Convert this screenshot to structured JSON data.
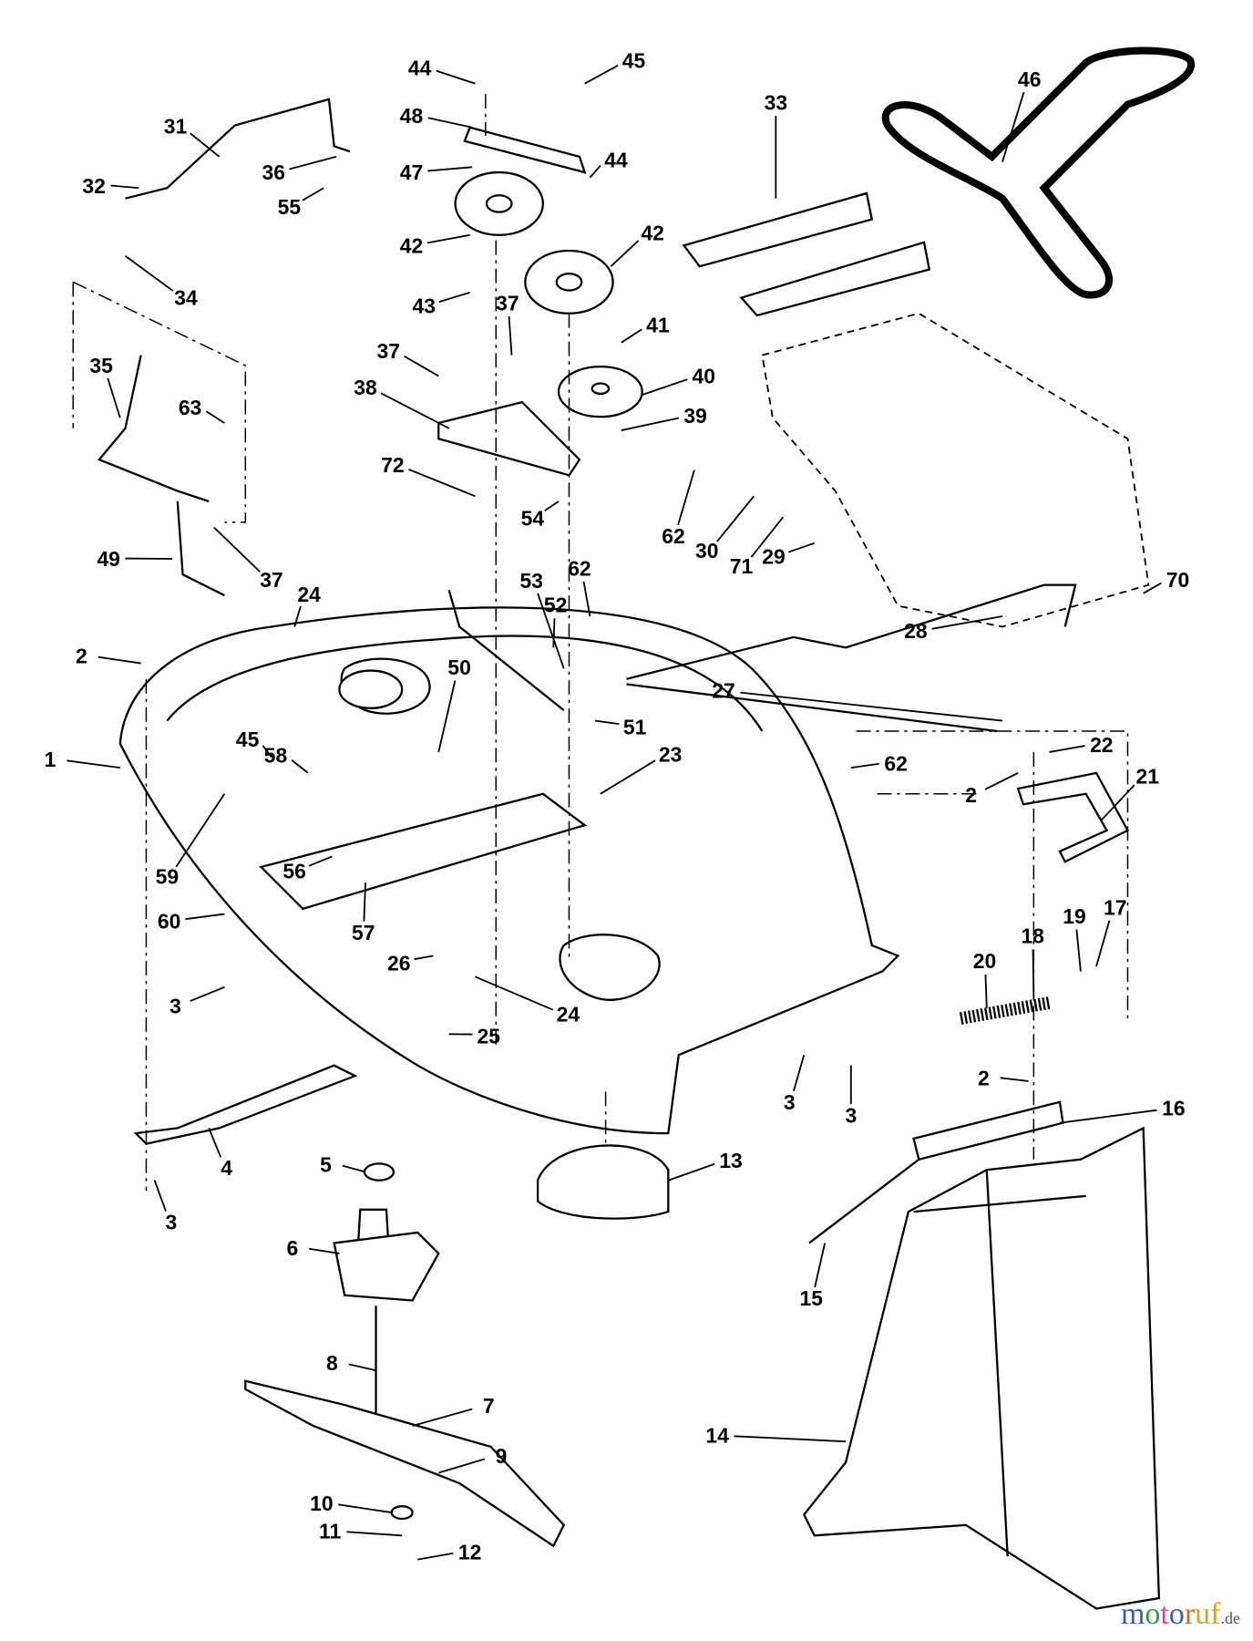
{
  "diagram": {
    "type": "exploded parts diagram",
    "part_labels": [
      "45",
      "44",
      "48",
      "47",
      "36",
      "31",
      "32",
      "55",
      "34",
      "44",
      "42",
      "42",
      "33",
      "46",
      "43",
      "37",
      "41",
      "37",
      "40",
      "35",
      "63",
      "38",
      "39",
      "72",
      "62",
      "30",
      "71",
      "29",
      "49",
      "37",
      "54",
      "53",
      "62",
      "24",
      "52",
      "70",
      "28",
      "27",
      "2",
      "50",
      "51",
      "1",
      "45",
      "58",
      "23",
      "62",
      "22",
      "2",
      "21",
      "56",
      "59",
      "57",
      "60",
      "26",
      "20",
      "18",
      "19",
      "17",
      "3",
      "25",
      "24",
      "3",
      "3",
      "2",
      "16",
      "4",
      "5",
      "13",
      "3",
      "6",
      "15",
      "8",
      "7",
      "9",
      "14",
      "10",
      "11",
      "12"
    ]
  },
  "watermark": {
    "text": "motoruf",
    "suffix": ".de",
    "colors": [
      "#3b5bb5",
      "#2e9e44",
      "#e0458f",
      "#3b5bb5",
      "#e0661b",
      "#e0a21b",
      "#e0a21b"
    ]
  }
}
